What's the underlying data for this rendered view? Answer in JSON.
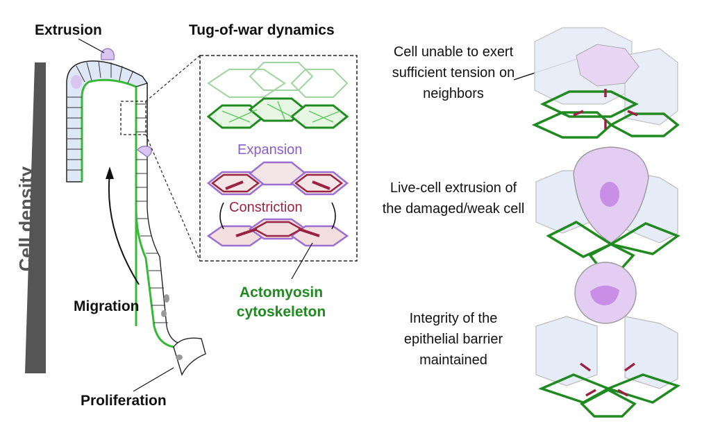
{
  "left_panel": {
    "extrusion": "Extrusion",
    "migration": "Migration",
    "proliferation": "Proliferation",
    "cell_density": "Cell density"
  },
  "middle_panel": {
    "title": "Tug-of-war dynamics",
    "expansion": "Expansion",
    "constriction": "Constriction",
    "actomyosin": "Actomyosin cytoskeleton"
  },
  "right_panel": {
    "item1": "Cell unable to exert sufficient tension on neighbors",
    "item2": "Live-cell extrusion of the damaged/weak cell",
    "item3": "Integrity of the epithelial barrier maintained"
  },
  "colors": {
    "green": "#2a9a2a",
    "purple": "#9b6fd0",
    "crimson": "#9b2242",
    "cell_blue": "#dfe8f5",
    "density_gray": "#555555"
  }
}
